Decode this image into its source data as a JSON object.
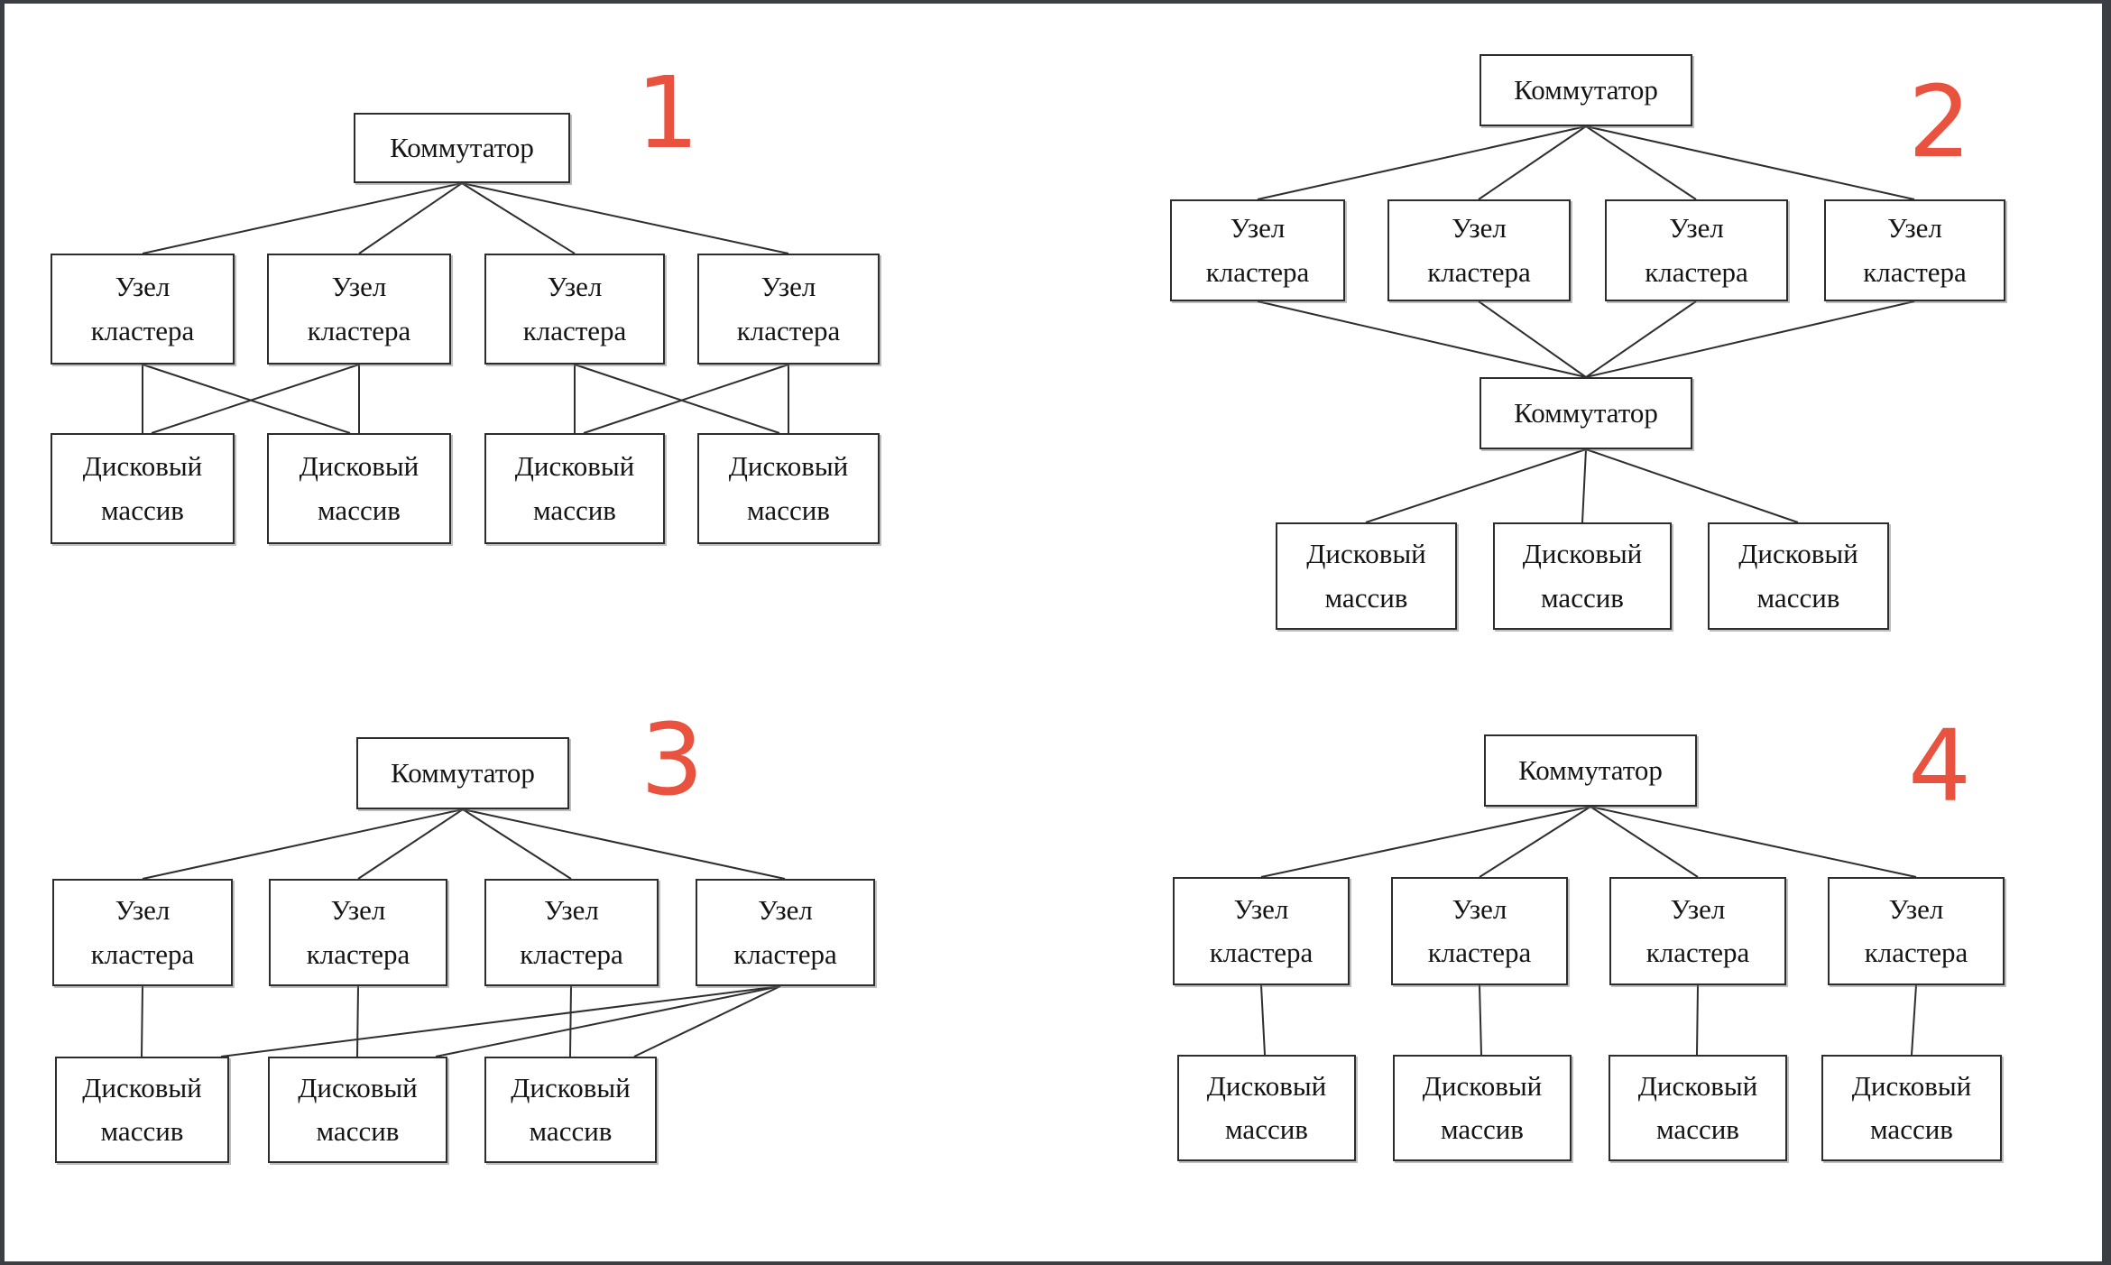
{
  "frame": {
    "border_color": "#3b3e43",
    "background": "#ffffff"
  },
  "palette": {
    "number_color": "#e8523f",
    "line_color": "#2e2e2e",
    "box_border_color": "#2d2d2d",
    "text_color": "#141414"
  },
  "diagrams": [
    {
      "number": "1",
      "switch": "Коммутатор",
      "nodes": [
        "Узел кластера",
        "Узел кластера",
        "Узел кластера",
        "Узел кластера"
      ],
      "disks": [
        "Дисковый массив",
        "Дисковый массив",
        "Дисковый массив",
        "Дисковый массив"
      ]
    },
    {
      "number": "2",
      "switch_top": "Коммутатор",
      "switch_bottom": "Коммутатор",
      "nodes": [
        "Узел кластера",
        "Узел кластера",
        "Узел кластера",
        "Узел кластера"
      ],
      "disks": [
        "Дисковый массив",
        "Дисковый массив",
        "Дисковый массив"
      ]
    },
    {
      "number": "3",
      "switch": "Коммутатор",
      "nodes": [
        "Узел кластера",
        "Узел кластера",
        "Узел кластера",
        "Узел кластера"
      ],
      "disks": [
        "Дисковый массив",
        "Дисковый массив",
        "Дисковый массив"
      ]
    },
    {
      "number": "4",
      "switch": "Коммутатор",
      "nodes": [
        "Узел кластера",
        "Узел кластера",
        "Узел кластера",
        "Узел кластера"
      ],
      "disks": [
        "Дисковый массив",
        "Дисковый массив",
        "Дисковый массив",
        "Дисковый массив"
      ]
    }
  ]
}
